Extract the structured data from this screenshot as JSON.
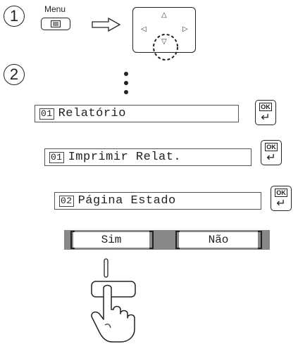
{
  "steps": [
    {
      "number": "1"
    },
    {
      "number": "2"
    }
  ],
  "menu": {
    "label": "Menu"
  },
  "icons": {
    "menu_key": "menu-list-icon",
    "right_arrow": "hollow-right-arrow-icon",
    "up": "up-triangle-icon",
    "down": "down-triangle-icon",
    "left": "left-triangle-icon",
    "right": "right-triangle-icon",
    "more": "vertical-ellipsis-icon",
    "finger": "pressing-finger-icon"
  },
  "screens": [
    {
      "badge": "01",
      "text": "Relatório"
    },
    {
      "badge": "01",
      "text": "Imprimir Relat."
    },
    {
      "badge": "02",
      "text": "Página Estado"
    }
  ],
  "ok_button": {
    "label": "OK",
    "glyph": "↵"
  },
  "choices": {
    "yes": "Sim",
    "no": "Não"
  },
  "colors": {
    "line": "#222222",
    "selection_bar": "#888888"
  }
}
